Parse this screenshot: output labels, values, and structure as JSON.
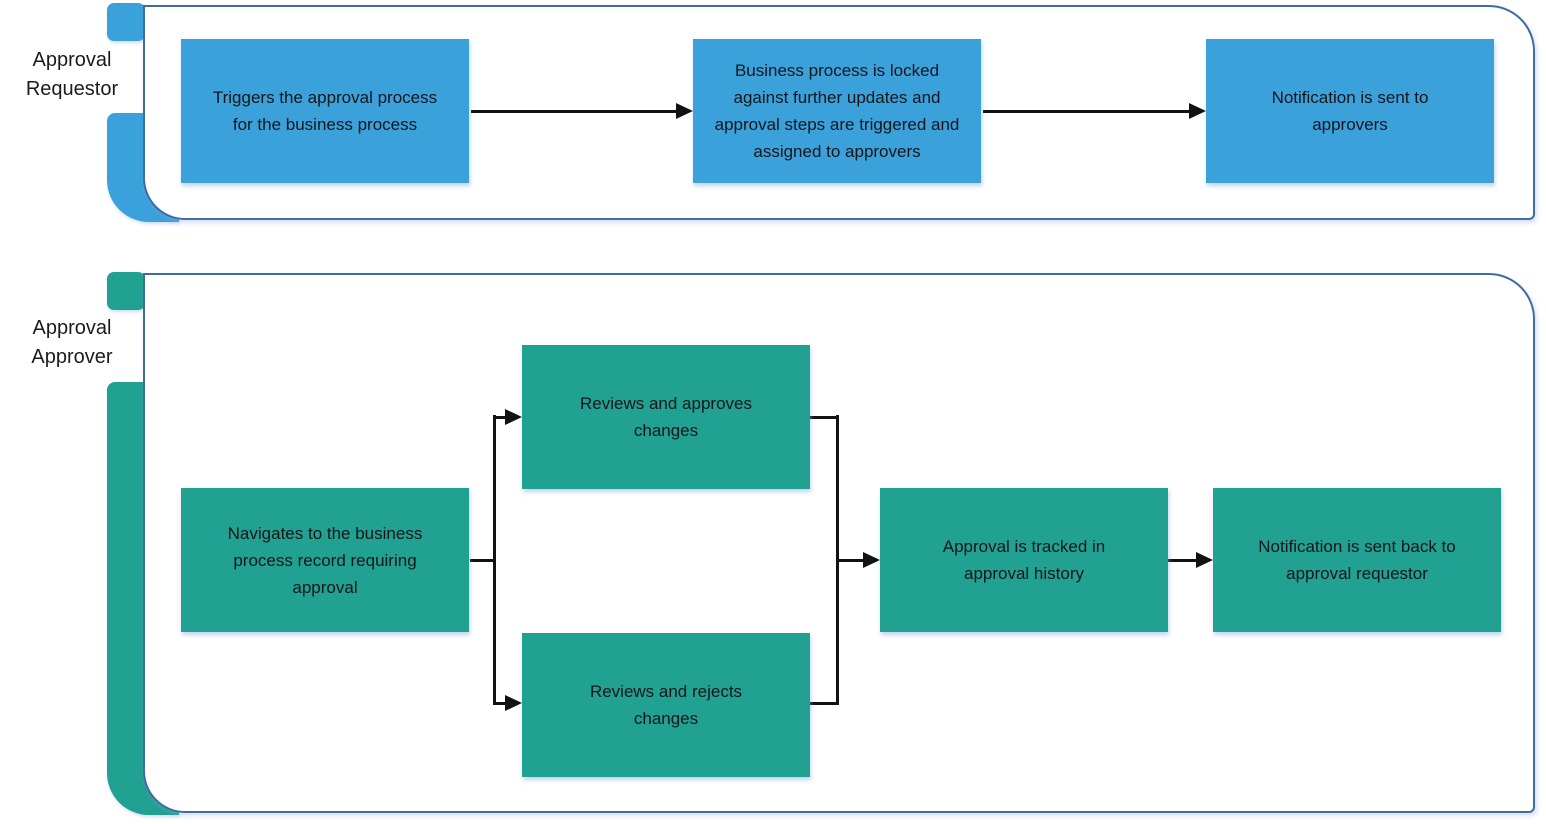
{
  "diagram_type": "swimlane-flowchart",
  "colors": {
    "requestor_blue": "#3BA1DB",
    "approver_teal": "#21A191",
    "lane_border_blue": "#3E6CA3",
    "connector_black": "#121212",
    "text_dark": "#15161A"
  },
  "lanes": [
    {
      "label": "Approval Requestor",
      "color": "#3BA1DB",
      "steps": [
        "Triggers the approval process for the business process",
        "Business process is locked against further updates and approval steps are triggered and assigned to approvers",
        "Notification is sent to approvers"
      ]
    },
    {
      "label": "Approval Approver",
      "color": "#21A191",
      "steps": [
        "Navigates to the business process record requiring approval",
        "Reviews and approves changes",
        "Reviews and rejects changes",
        "Approval is tracked in approval history",
        "Notification is sent back to approval requestor"
      ]
    }
  ]
}
